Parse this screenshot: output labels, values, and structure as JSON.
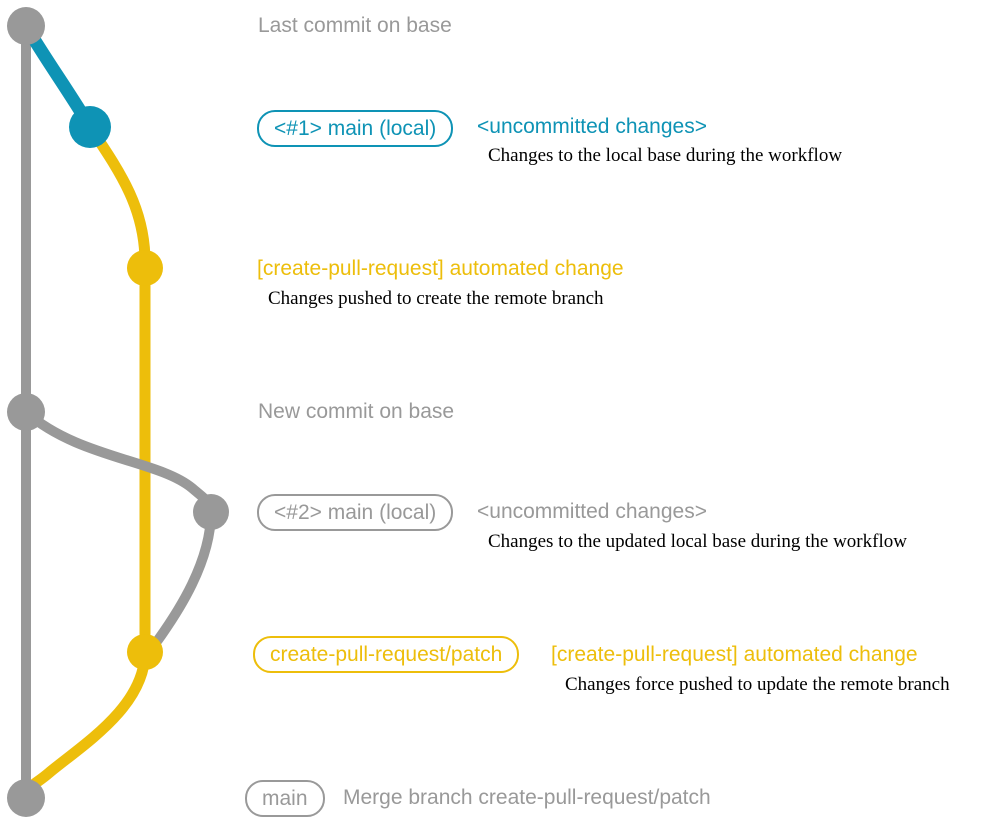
{
  "colors": {
    "base": "#999999",
    "local": "#0e93b5",
    "remote": "#edbe0b",
    "annotation": "#000000",
    "background": "#ffffff"
  },
  "rows": {
    "last_commit": {
      "message": "Last commit on base"
    },
    "local_1": {
      "branch_label": "<#1> main (local)",
      "message": "<uncommitted changes>",
      "note": "Changes to the local base during the workflow"
    },
    "remote_1": {
      "message": "[create-pull-request] automated change",
      "note": "Changes pushed to create the remote branch"
    },
    "new_commit": {
      "message": "New commit on base"
    },
    "local_2": {
      "branch_label": "<#2> main (local)",
      "message": "<uncommitted changes>",
      "note": "Changes to the updated local base during the workflow"
    },
    "remote_2": {
      "branch_label": "create-pull-request/patch",
      "message": "[create-pull-request] automated change",
      "note": "Changes force pushed to update the remote branch"
    },
    "merge": {
      "branch_label": "main",
      "message": "Merge branch create-pull-request/patch"
    }
  }
}
